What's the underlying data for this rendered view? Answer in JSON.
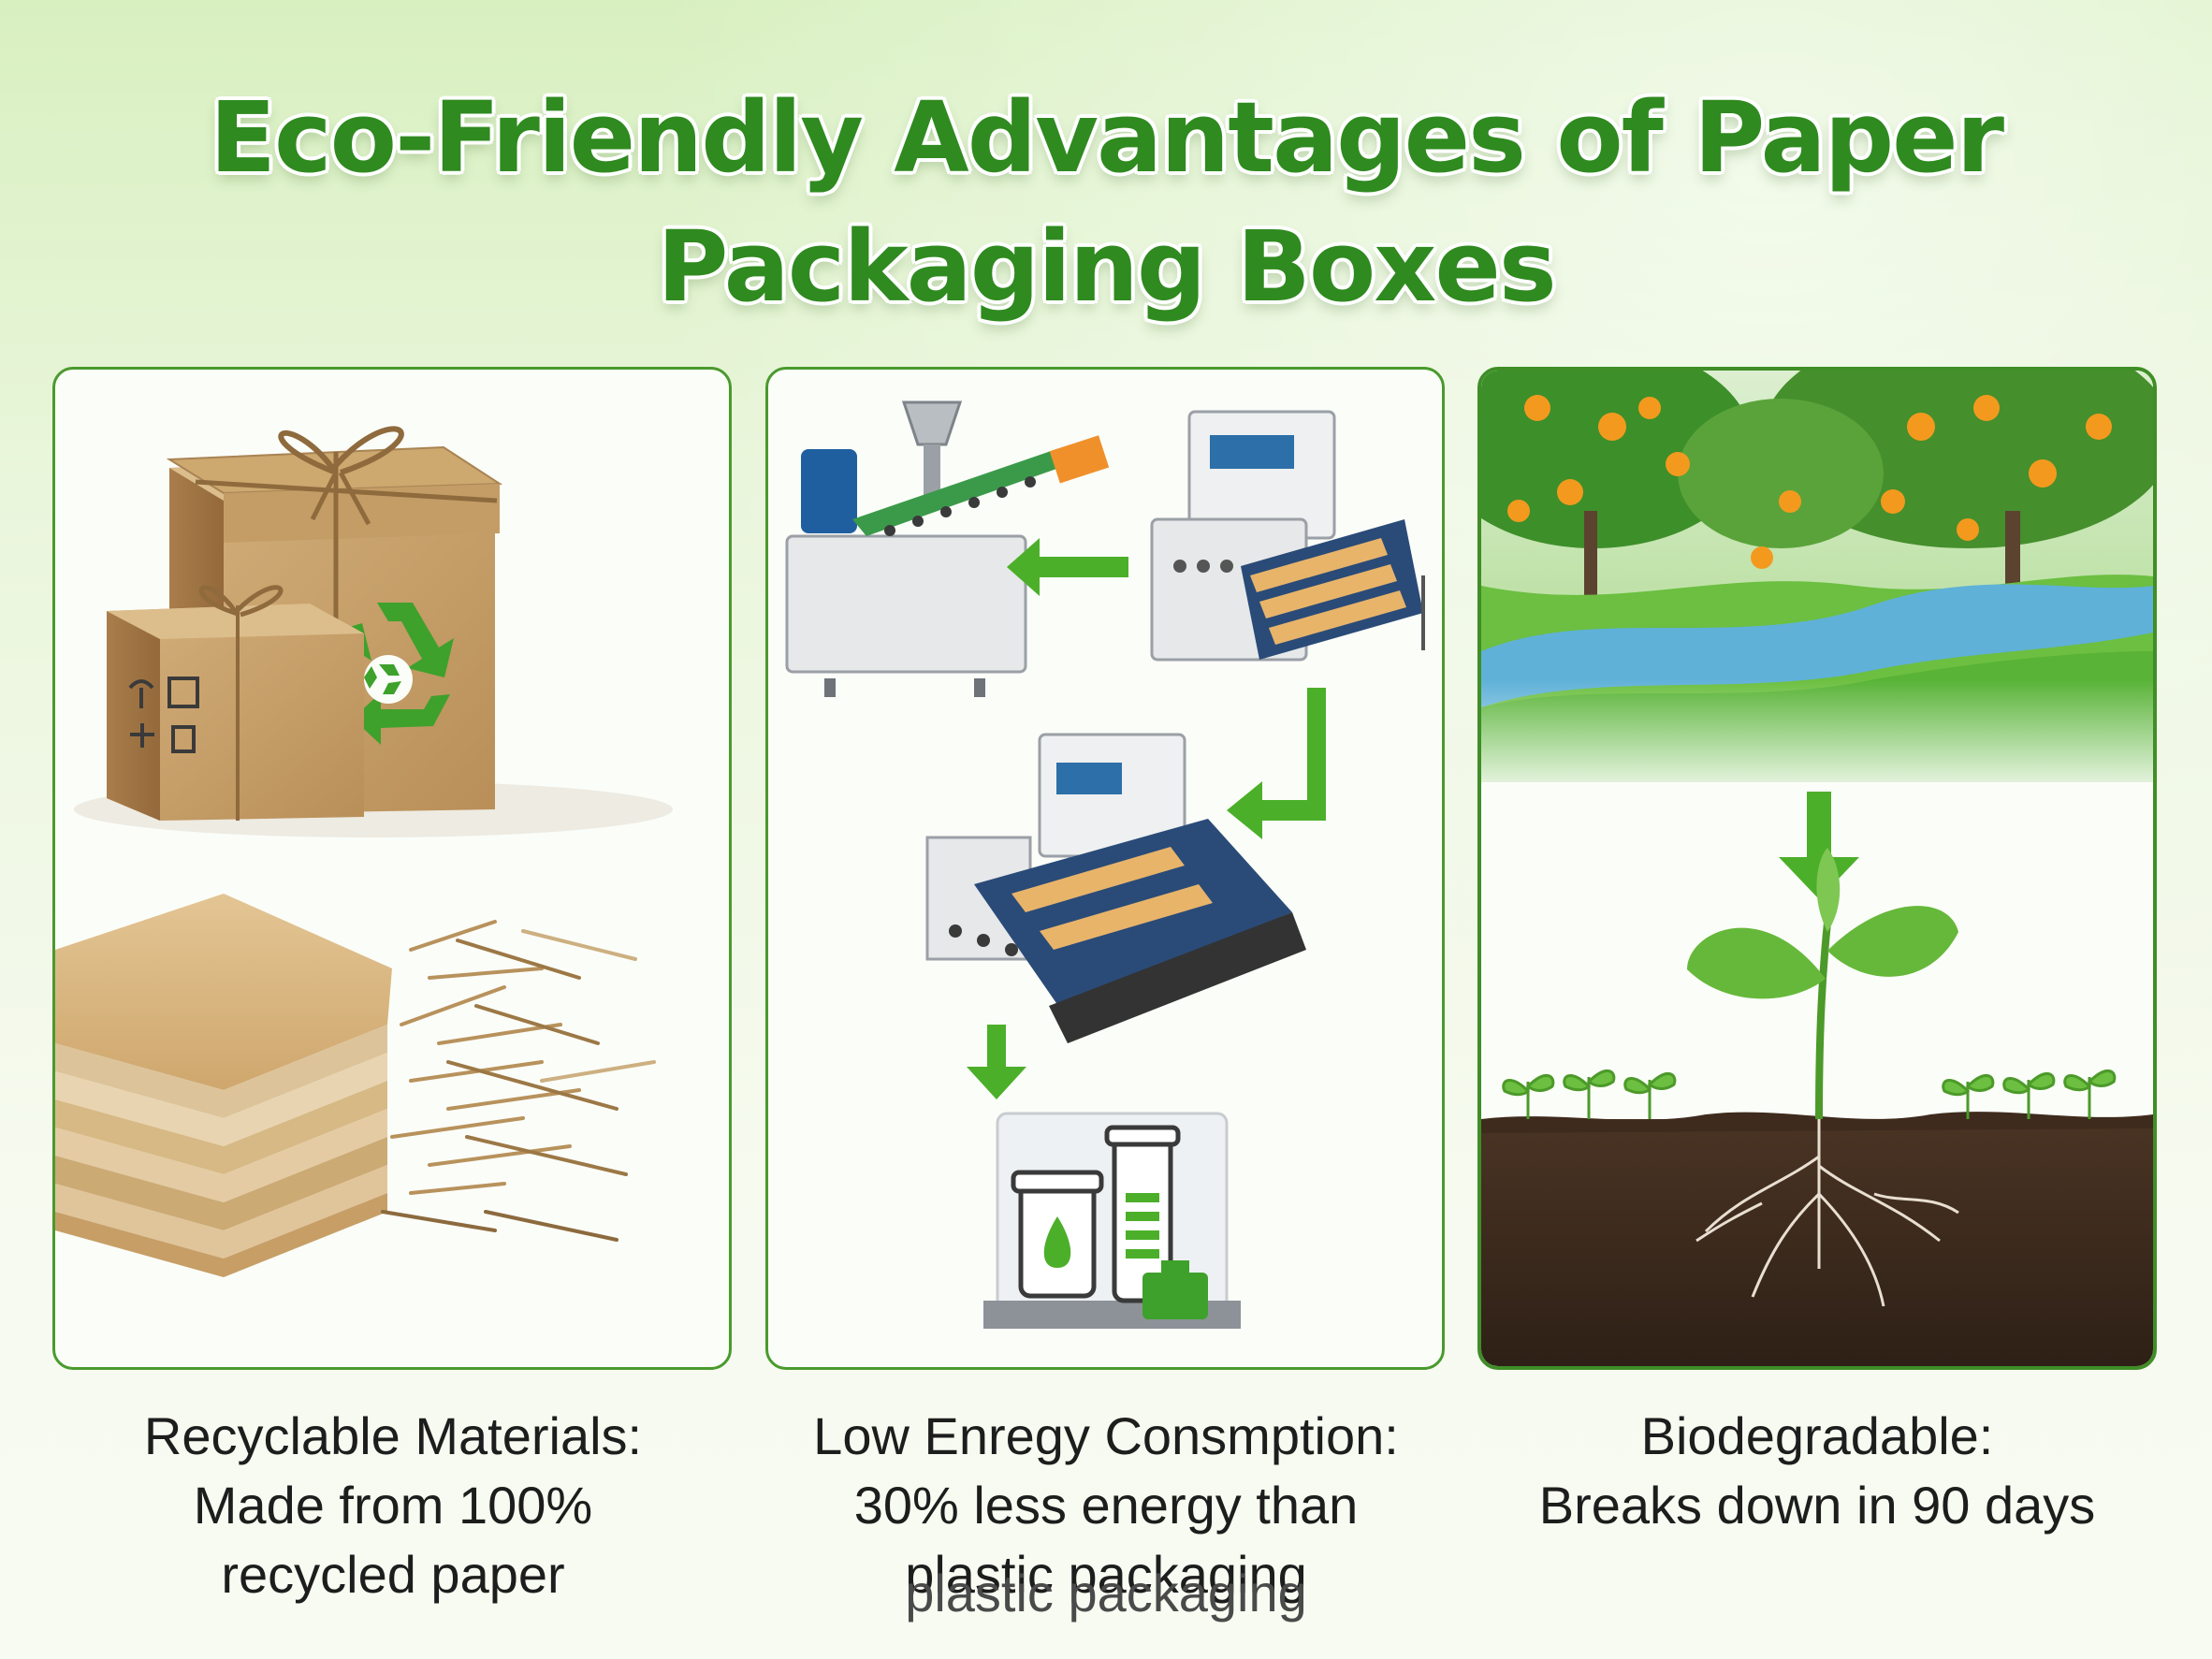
{
  "title": {
    "line1": "Eco-Friendly Advantages of Paper",
    "line2": "Packaging Boxes"
  },
  "colors": {
    "title_green": "#2f8a1f",
    "border_green": "#4a9a2e",
    "arrow_green": "#4caf2a",
    "kraft": "#c9a36d"
  },
  "panels": [
    {
      "illustration": "kraft-boxes-and-paper-stack",
      "icon": "recycle-icon",
      "caption": [
        "Recyclable Materials:",
        "Made from 100%",
        "recycled paper"
      ]
    },
    {
      "illustration": "manufacturing-line",
      "icon": "arrow-icon",
      "caption": [
        "Low Enregy Consmption:",
        "30% less energy than",
        "plastic packaging"
      ]
    },
    {
      "illustration": "orchard-to-sprout",
      "icon": "sprout-icon",
      "caption": [
        "Biodegradable:",
        "Breaks down in 90 days"
      ]
    }
  ]
}
